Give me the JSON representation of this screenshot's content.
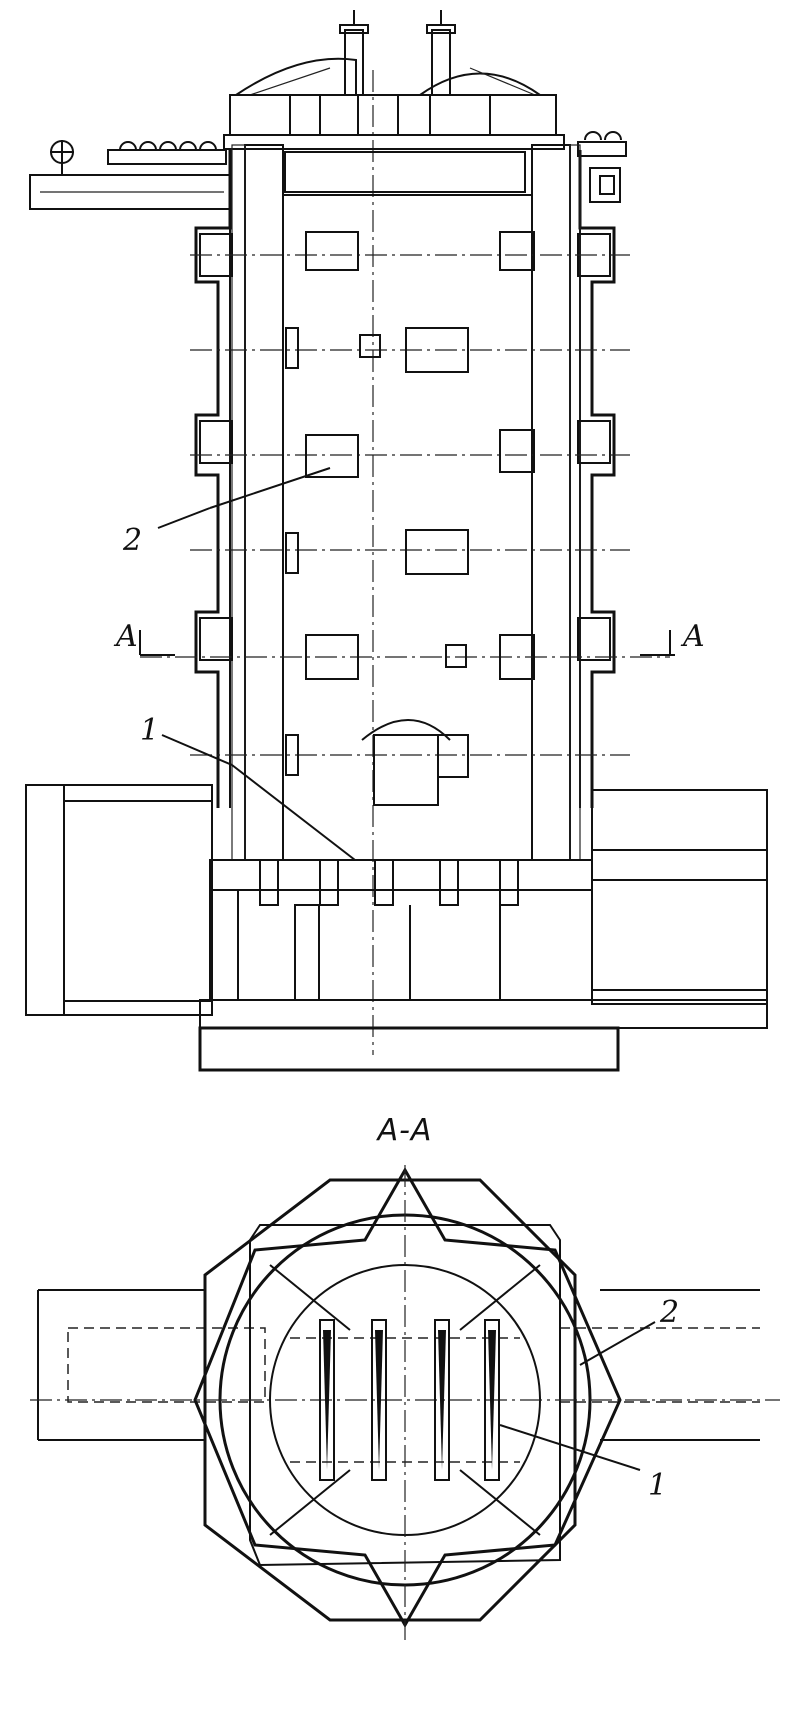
{
  "figure": {
    "section_marker_left": "A",
    "section_marker_right": "A",
    "section_title": "A-A",
    "label_1_top": "1",
    "label_2_top": "2",
    "label_1_bottom": "1",
    "label_2_bottom": "2"
  }
}
